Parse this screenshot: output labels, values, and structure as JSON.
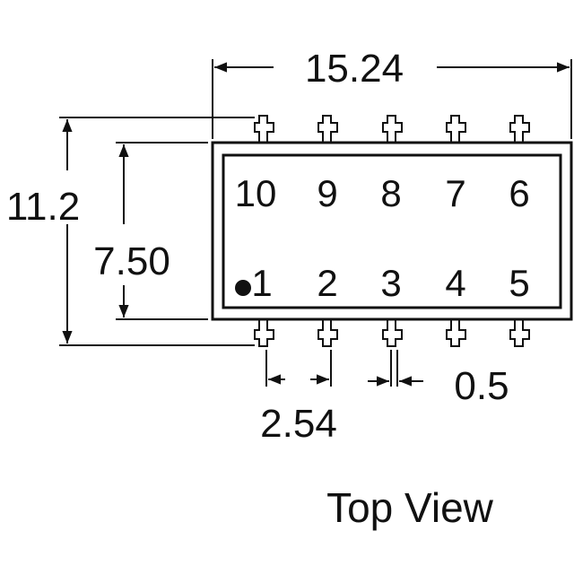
{
  "dimensions": {
    "width_overall": "15.24",
    "height_overall": "11.2",
    "body_height": "7.50",
    "pin_pitch": "2.54",
    "pin_width": "0.5"
  },
  "pins": {
    "top_row": [
      "10",
      "9",
      "8",
      "7",
      "6"
    ],
    "bottom_row": [
      "1",
      "2",
      "3",
      "4",
      "5"
    ]
  },
  "caption": "Top View"
}
